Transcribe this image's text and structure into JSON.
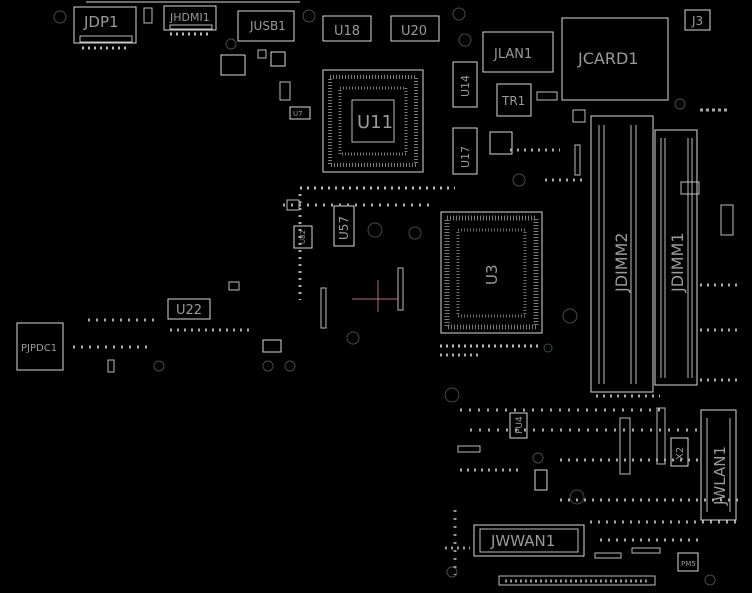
{
  "board": {
    "background": "#000000",
    "outline_color": "#d8d8d8",
    "text_color": "#9a9a9a"
  },
  "components": {
    "JDP1": "JDP1",
    "JHDMI1": "JHDMI1",
    "JUSB1": "JUSB1",
    "U18": "U18",
    "U20": "U20",
    "J3": "J3",
    "JLAN1": "JLAN1",
    "JCARD1": "JCARD1",
    "U14": "U14",
    "TR1": "TR1",
    "U11": "U11",
    "U17": "U17",
    "U57": "U57",
    "U3": "U3",
    "JDIMM2": "JDIMM2",
    "JDIMM1": "JDIMM1",
    "U22": "U22",
    "PJPDC1": "PJPDC1",
    "PU4": "PU4",
    "X2": "X2",
    "JWLAN1": "JWLAN1",
    "JWWAN1": "JWWAN1",
    "U82": "U82",
    "U7": "U7",
    "PM5": "PM5"
  }
}
